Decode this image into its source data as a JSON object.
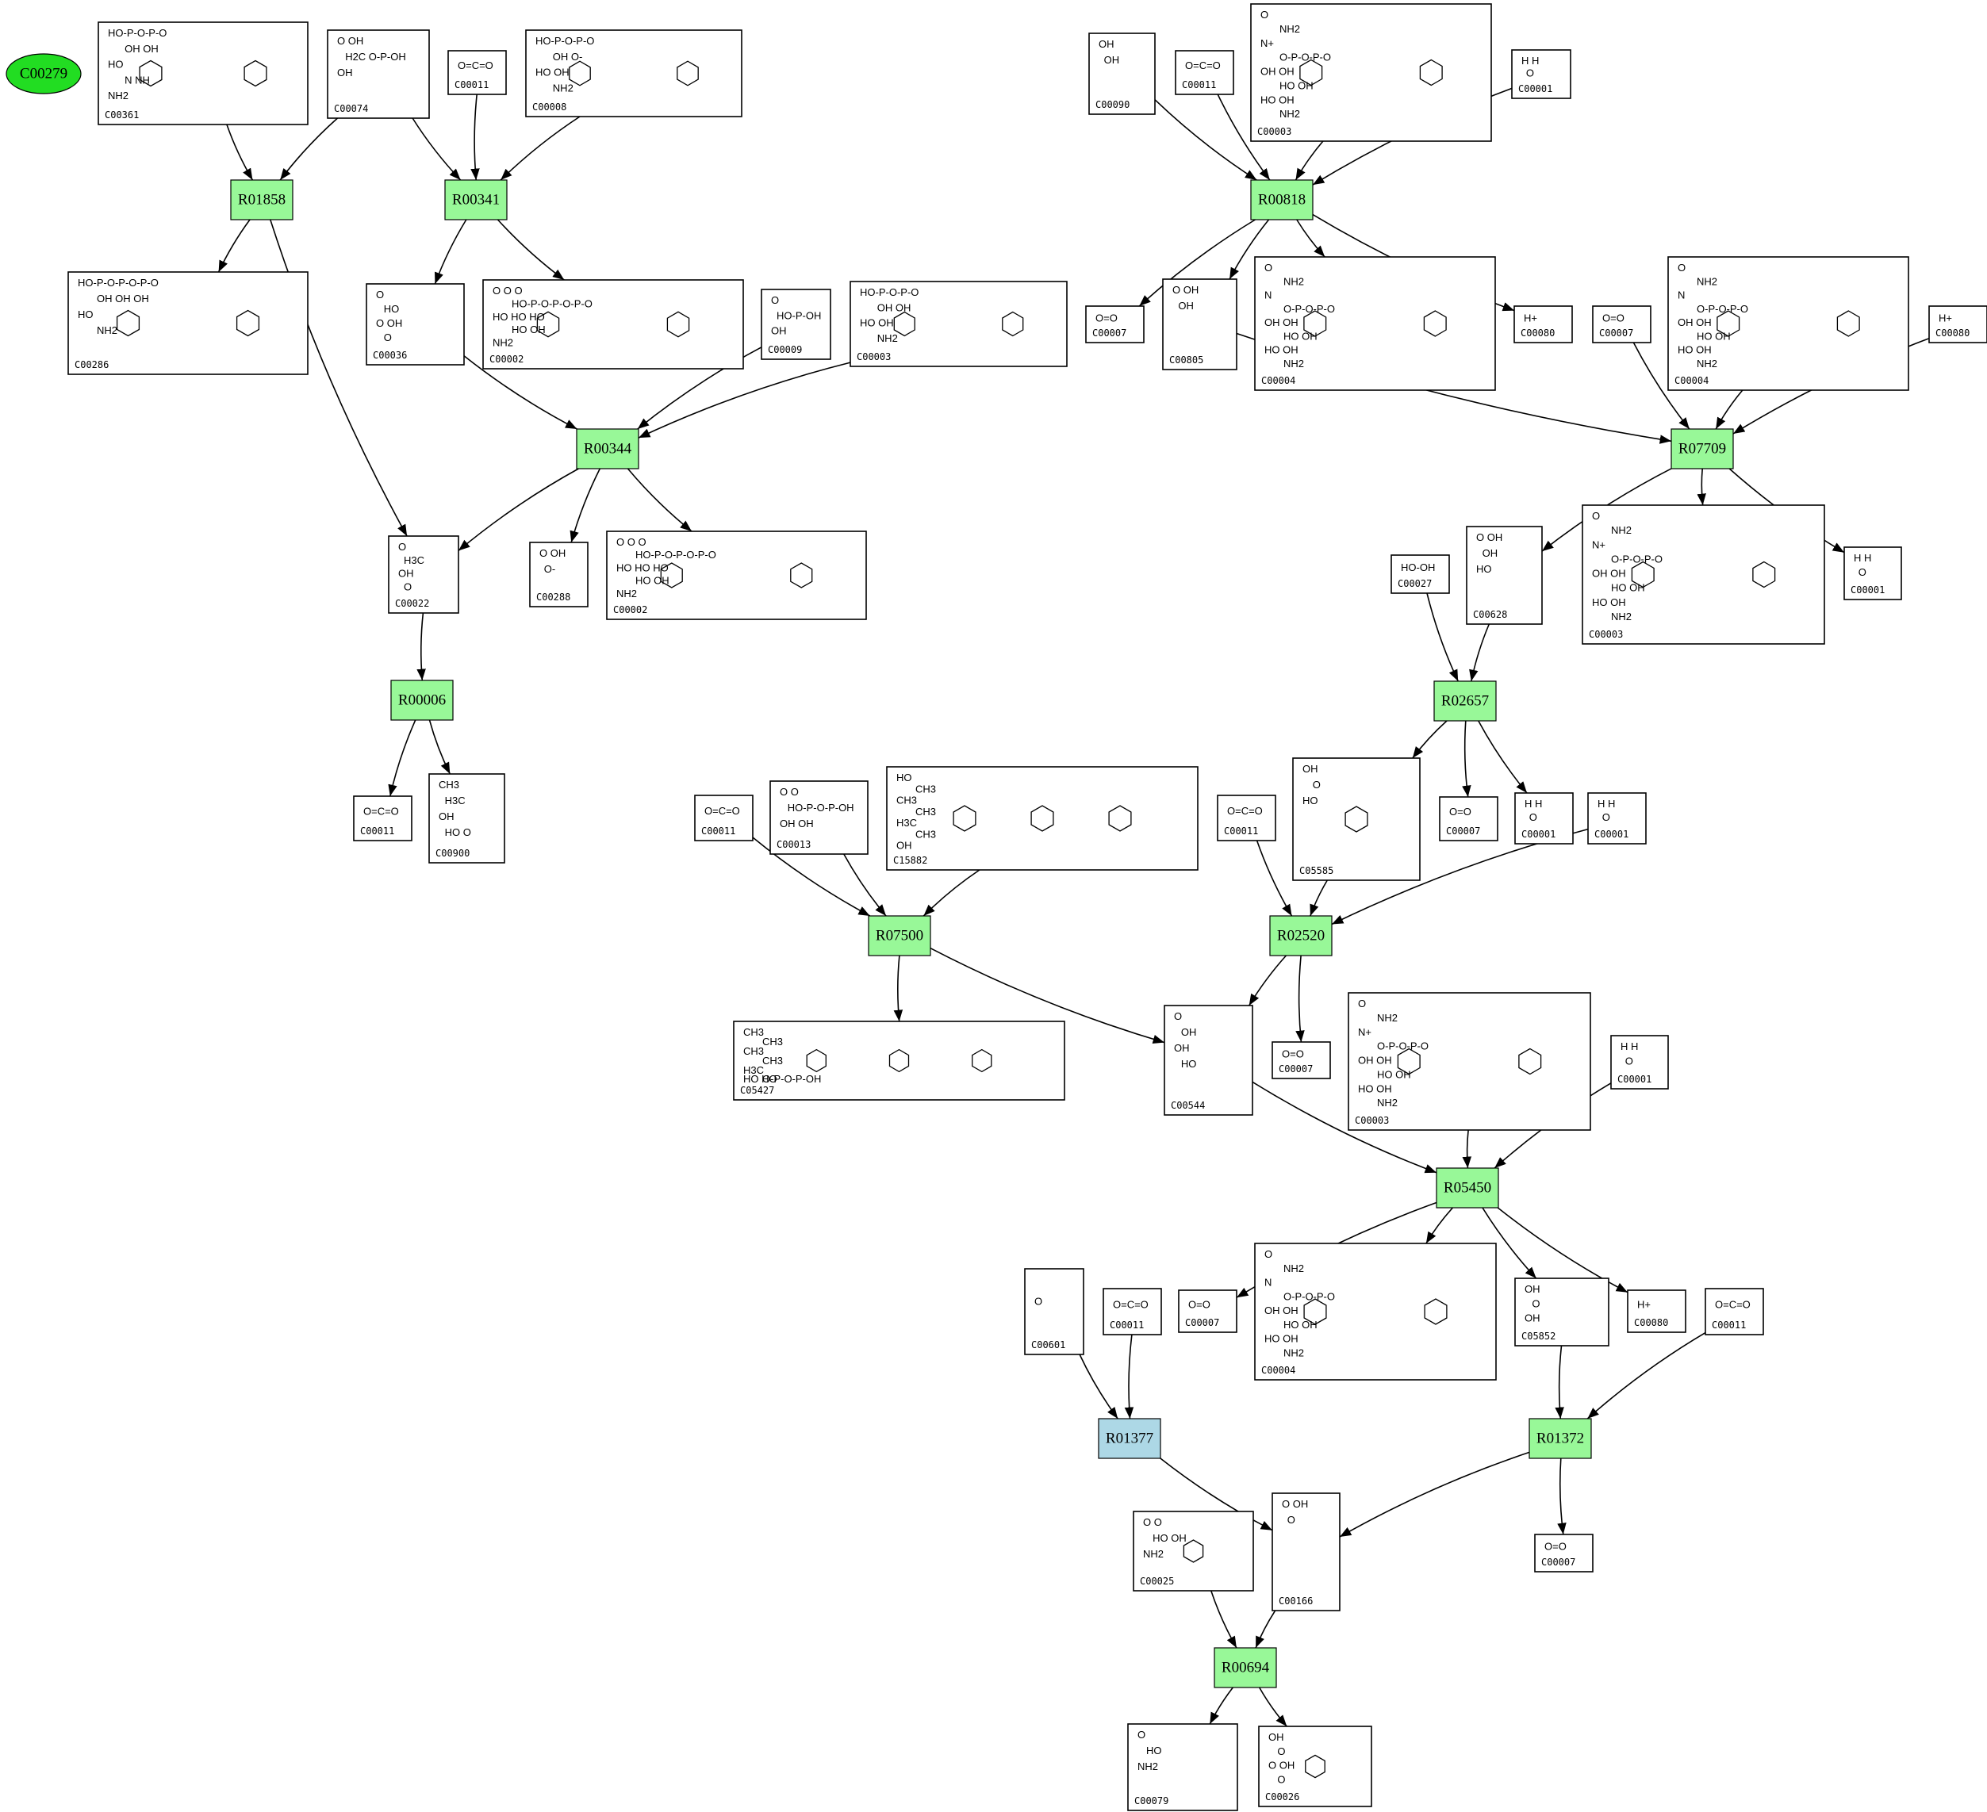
{
  "start_node": {
    "label": "C00279",
    "color": "#22dd22"
  },
  "colors": {
    "reaction_default": "#98f898",
    "reaction_alt": "#add8e6"
  },
  "reactions": [
    {
      "id": "R01858"
    },
    {
      "id": "R00341"
    },
    {
      "id": "R00818"
    },
    {
      "id": "R00344"
    },
    {
      "id": "R07709"
    },
    {
      "id": "R00006"
    },
    {
      "id": "R02657"
    },
    {
      "id": "R07500"
    },
    {
      "id": "R02520"
    },
    {
      "id": "R05450"
    },
    {
      "id": "R01377",
      "variant": "alt"
    },
    {
      "id": "R01372"
    },
    {
      "id": "R00694"
    }
  ],
  "compounds": [
    {
      "key": "c00361",
      "label": "C00361",
      "text": [
        "HO-P-O-P-O",
        "OH  OH",
        "HO",
        "N  NH",
        "NH2"
      ]
    },
    {
      "key": "c00074",
      "label": "C00074",
      "text": [
        "O  OH",
        "H2C  O-P-OH",
        "OH"
      ]
    },
    {
      "key": "c00011_a",
      "label": "C00011",
      "text": [
        "O=C=O"
      ]
    },
    {
      "key": "c00008",
      "label": "C00008",
      "text": [
        "HO-P-O-P-O",
        "OH  O-",
        "HO  OH",
        "NH2"
      ]
    },
    {
      "key": "c00286",
      "label": "C00286",
      "text": [
        "HO-P-O-P-O-P-O",
        "OH  OH  OH",
        "HO",
        "NH2"
      ]
    },
    {
      "key": "c00036",
      "label": "C00036",
      "text": [
        "O",
        "HO",
        "O  OH",
        "O"
      ]
    },
    {
      "key": "c00002_a",
      "label": "C00002",
      "text": [
        "O  O  O",
        "HO-P-O-P-O-P-O",
        "HO  HO  HO",
        "HO  OH",
        "NH2"
      ]
    },
    {
      "key": "c00009",
      "label": "C00009",
      "text": [
        "O",
        "HO-P-OH",
        "OH"
      ]
    },
    {
      "key": "c00003_b",
      "label": "C00003",
      "text": [
        "HO-P-O-P-O",
        "OH  OH",
        "HO  OH",
        "NH2"
      ]
    },
    {
      "key": "c00022",
      "label": "C00022",
      "text": [
        "O",
        "H3C",
        "OH",
        "O"
      ]
    },
    {
      "key": "c00288",
      "label": "C00288",
      "text": [
        "O  OH",
        "O-"
      ]
    },
    {
      "key": "c00002_b",
      "label": "C00002",
      "text": [
        "O  O  O",
        "HO-P-O-P-O-P-O",
        "HO  HO  HO",
        "HO  OH",
        "NH2"
      ]
    },
    {
      "key": "c00011_b",
      "label": "C00011",
      "text": [
        "O=C=O"
      ]
    },
    {
      "key": "c00900",
      "label": "C00900",
      "text": [
        "CH3",
        "H3C",
        "OH",
        "HO  O"
      ]
    },
    {
      "key": "c00090",
      "label": "C00090",
      "text": [
        "OH",
        "OH"
      ]
    },
    {
      "key": "c00011_c",
      "label": "C00011",
      "text": [
        "O=C=O"
      ]
    },
    {
      "key": "c00003_a",
      "label": "C00003",
      "text": [
        "O",
        "NH2",
        "N+",
        "O-P-O-P-O",
        "OH  OH",
        "HO  OH",
        "HO  OH",
        "NH2"
      ]
    },
    {
      "key": "c00001_a",
      "label": "C00001",
      "text": [
        "H  H",
        "O"
      ]
    },
    {
      "key": "c00007_a",
      "label": "C00007",
      "text": [
        "O=O"
      ]
    },
    {
      "key": "c00805",
      "label": "C00805",
      "text": [
        "O  OH",
        "OH"
      ]
    },
    {
      "key": "c00004_a",
      "label": "C00004",
      "text": [
        "O",
        "NH2",
        "N",
        "O-P-O-P-O",
        "OH  OH",
        "HO  OH",
        "HO  OH",
        "NH2"
      ]
    },
    {
      "key": "c00080_a",
      "label": "C00080",
      "text": [
        "H+"
      ]
    },
    {
      "key": "c00007_b",
      "label": "C00007",
      "text": [
        "O=O"
      ]
    },
    {
      "key": "c00004_b",
      "label": "C00004",
      "text": [
        "O",
        "NH2",
        "N",
        "O-P-O-P-O",
        "OH  OH",
        "HO  OH",
        "HO  OH",
        "NH2"
      ]
    },
    {
      "key": "c00080_b",
      "label": "C00080",
      "text": [
        "H+"
      ]
    },
    {
      "key": "c00027",
      "label": "C00027",
      "text": [
        "HO-OH"
      ]
    },
    {
      "key": "c00628",
      "label": "C00628",
      "text": [
        "O  OH",
        "OH",
        "HO"
      ]
    },
    {
      "key": "c00003_c",
      "label": "C00003",
      "text": [
        "O",
        "NH2",
        "N+",
        "O-P-O-P-O",
        "OH  OH",
        "HO  OH",
        "HO  OH",
        "NH2"
      ]
    },
    {
      "key": "c00001_b",
      "label": "C00001",
      "text": [
        "H  H",
        "O"
      ]
    },
    {
      "key": "c05585",
      "label": "C05585",
      "text": [
        "OH",
        "O",
        "HO"
      ]
    },
    {
      "key": "c00007_c",
      "label": "C00007",
      "text": [
        "O=O"
      ]
    },
    {
      "key": "c00001_c",
      "label": "C00001",
      "text": [
        "H  H",
        "O"
      ]
    },
    {
      "key": "c00011_d",
      "label": "C00011",
      "text": [
        "O=C=O"
      ]
    },
    {
      "key": "c00013",
      "label": "C00013",
      "text": [
        "O  O",
        "HO-P-O-P-OH",
        "OH  OH"
      ]
    },
    {
      "key": "c15882",
      "label": "C15882",
      "text": [
        "HO",
        "CH3",
        "CH3",
        "CH3",
        "H3C",
        "CH3",
        "OH"
      ]
    },
    {
      "key": "c00011_e",
      "label": "C00011",
      "text": [
        "O=C=O"
      ]
    },
    {
      "key": "c00001_d",
      "label": "C00001",
      "text": [
        "H  H",
        "O"
      ]
    },
    {
      "key": "c05427",
      "label": "C05427",
      "text": [
        "CH3",
        "CH3",
        "CH3",
        "CH3",
        "H3C",
        "O-P-O-P-OH",
        "HO  HO"
      ]
    },
    {
      "key": "c00544",
      "label": "C00544",
      "text": [
        "O",
        "OH",
        "OH",
        "HO"
      ]
    },
    {
      "key": "c00007_d",
      "label": "C00007",
      "text": [
        "O=O"
      ]
    },
    {
      "key": "c00003_d",
      "label": "C00003",
      "text": [
        "O",
        "NH2",
        "N+",
        "O-P-O-P-O",
        "OH  OH",
        "HO  OH",
        "HO  OH",
        "NH2"
      ]
    },
    {
      "key": "c00001_e",
      "label": "C00001",
      "text": [
        "H  H",
        "O"
      ]
    },
    {
      "key": "c00601",
      "label": "C00601",
      "text": [
        "O"
      ]
    },
    {
      "key": "c00011_f",
      "label": "C00011",
      "text": [
        "O=C=O"
      ]
    },
    {
      "key": "c00007_e",
      "label": "C00007",
      "text": [
        "O=O"
      ]
    },
    {
      "key": "c00004_c",
      "label": "C00004",
      "text": [
        "O",
        "NH2",
        "N",
        "O-P-O-P-O",
        "OH  OH",
        "HO  OH",
        "HO  OH",
        "NH2"
      ]
    },
    {
      "key": "c05852",
      "label": "C05852",
      "text": [
        "OH",
        "O",
        "OH"
      ]
    },
    {
      "key": "c00080_c",
      "label": "C00080",
      "text": [
        "H+"
      ]
    },
    {
      "key": "c00011_g",
      "label": "C00011",
      "text": [
        "O=C=O"
      ]
    },
    {
      "key": "c00025",
      "label": "C00025",
      "text": [
        "O  O",
        "HO  OH",
        "NH2"
      ]
    },
    {
      "key": "c00166",
      "label": "C00166",
      "text": [
        "O  OH",
        "O"
      ]
    },
    {
      "key": "c00007_f",
      "label": "C00007",
      "text": [
        "O=O"
      ]
    },
    {
      "key": "c00079",
      "label": "C00079",
      "text": [
        "O",
        "HO",
        "NH2"
      ]
    },
    {
      "key": "c00026",
      "label": "C00026",
      "text": [
        "OH",
        "O",
        "O  OH",
        "O"
      ]
    }
  ]
}
